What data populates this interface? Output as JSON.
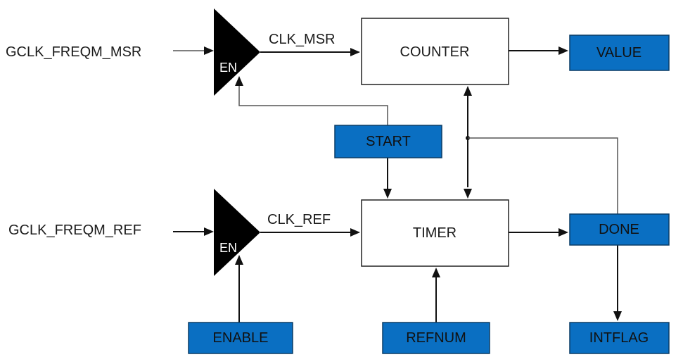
{
  "inputs": {
    "msr": "GCLK_FREQM_MSR",
    "ref": "GCLK_FREQM_REF"
  },
  "gates": {
    "top": "EN",
    "bottom": "EN"
  },
  "clocks": {
    "msr": "CLK_MSR",
    "ref": "CLK_REF"
  },
  "blocks": {
    "counter": "COUNTER",
    "timer": "TIMER"
  },
  "registers": {
    "value": "VALUE",
    "start": "START",
    "done": "DONE",
    "enable": "ENABLE",
    "refnum": "REFNUM",
    "intflag": "INTFLAG"
  },
  "colors": {
    "register_fill": "#0A6FC2",
    "register_border": "#0b3d66",
    "gate_fill": "#000000"
  }
}
